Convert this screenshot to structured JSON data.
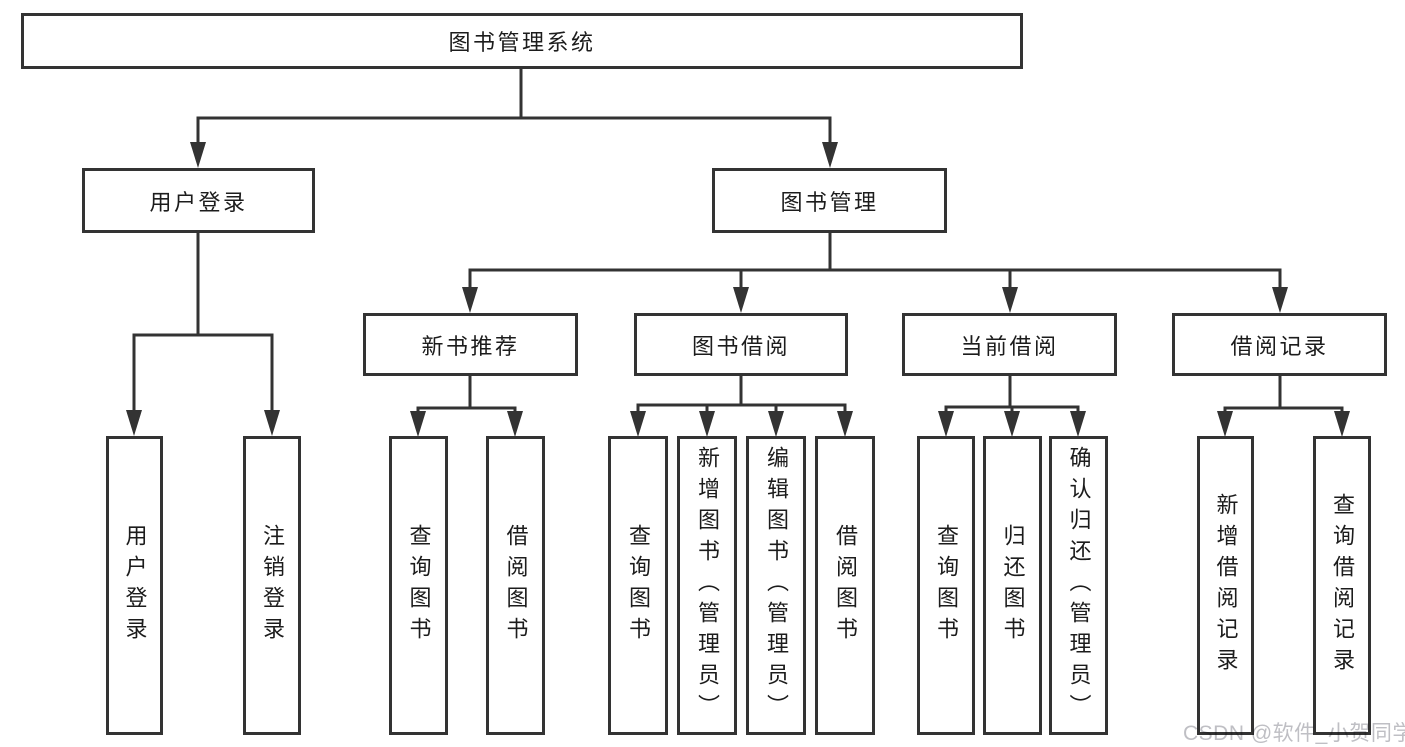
{
  "diagram": {
    "root": {
      "label": "图书管理系统"
    },
    "level2": [
      {
        "label": "用户登录"
      },
      {
        "label": "图书管理"
      }
    ],
    "level3": [
      {
        "label": "新书推荐"
      },
      {
        "label": "图书借阅"
      },
      {
        "label": "当前借阅"
      },
      {
        "label": "借阅记录"
      }
    ],
    "leaves": {
      "user_login": [
        {
          "label": "用户登录"
        },
        {
          "label": "注销登录"
        }
      ],
      "new_book_rec": [
        {
          "label": "查询图书"
        },
        {
          "label": "借阅图书"
        }
      ],
      "book_borrow": [
        {
          "label": "查询图书"
        },
        {
          "label": "新增图书（管理员）"
        },
        {
          "label": "编辑图书（管理员）"
        },
        {
          "label": "借阅图书"
        }
      ],
      "current_borrow": [
        {
          "label": "查询图书"
        },
        {
          "label": "归还图书"
        },
        {
          "label": "确认归还（管理员）"
        }
      ],
      "borrow_records": [
        {
          "label": "新增借阅记录"
        },
        {
          "label": "查询借阅记录"
        }
      ]
    }
  },
  "watermark": {
    "text": "CSDN @软件_小贺同学"
  },
  "colors": {
    "line": "#333333",
    "text": "#1c1c1c",
    "background": "#ffffff",
    "watermark": "#bfbfc4"
  }
}
